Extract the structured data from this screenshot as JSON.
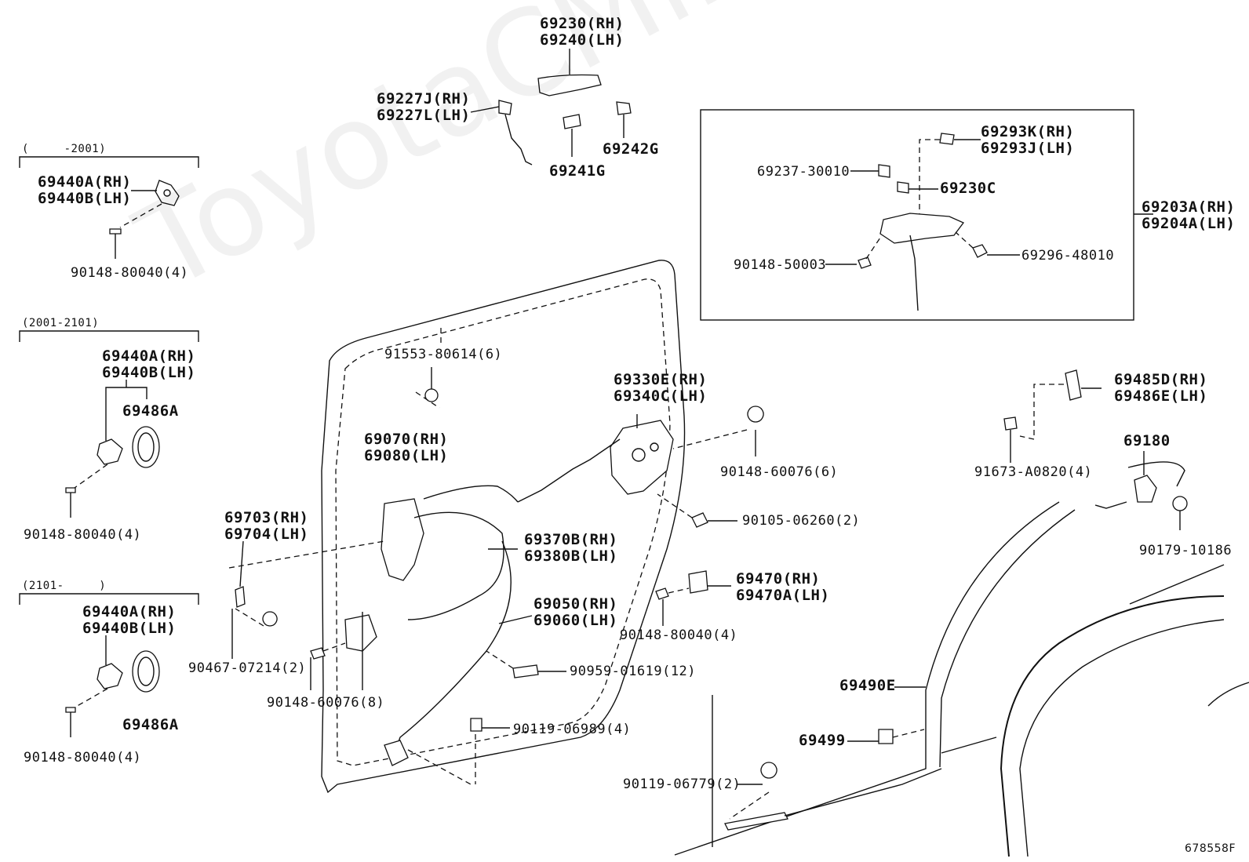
{
  "watermark": "ToyotaCMire.ru",
  "figure_code": "678558F",
  "period_left": {
    "p1": "(     -2001)",
    "p2": "(2001-2101)",
    "p3": "(2101-     )"
  },
  "labels": {
    "l_69230": "69230(RH)\n69240(LH)",
    "l_69227": "69227J(RH)\n69227L(LH)",
    "l_69241G": "69241G",
    "l_69242G": "69242G",
    "l_69440_a": "69440A(RH)\n69440B(LH)",
    "l_90148_80040_a": "90148-80040(4)",
    "l_69440_b": "69440A(RH)\n69440B(LH)",
    "l_69486A_b": "69486A",
    "l_90148_80040_b": "90148-80040(4)",
    "l_69440_c": "69440A(RH)\n69440B(LH)",
    "l_69486A_c": "69486A",
    "l_90148_80040_c": "90148-80040(4)",
    "l_69293": "69293K(RH)\n69293J(LH)",
    "l_69237": "69237-30010",
    "l_69230C": "69230C",
    "l_69203": "69203A(RH)\n69204A(LH)",
    "l_90148_50003": "90148-50003",
    "l_69296": "69296-48010",
    "l_91553": "91553-80614(6)",
    "l_69330": "69330E(RH)\n69340C(LH)",
    "l_69070": "69070(RH)\n69080(LH)",
    "l_90148_60076_6": "90148-60076(6)",
    "l_69485": "69485D(RH)\n69486E(LH)",
    "l_91673": "91673-A0820(4)",
    "l_69180": "69180",
    "l_90179": "90179-10186",
    "l_69703": "69703(RH)\n69704(LH)",
    "l_69370": "69370B(RH)\n69380B(LH)",
    "l_90105": "90105-06260(2)",
    "l_69050": "69050(RH)\n69060(LH)",
    "l_69470": "69470(RH)\n69470A(LH)",
    "l_90148_80040_d": "90148-80040(4)",
    "l_90467": "90467-07214(2)",
    "l_90959": "90959-01619(12)",
    "l_90148_60076_8": "90148-60076(8)",
    "l_69490E": "69490E",
    "l_90119_06989": "90119-06989(4)",
    "l_69499": "69499",
    "l_90119_06779": "90119-06779(2)"
  }
}
